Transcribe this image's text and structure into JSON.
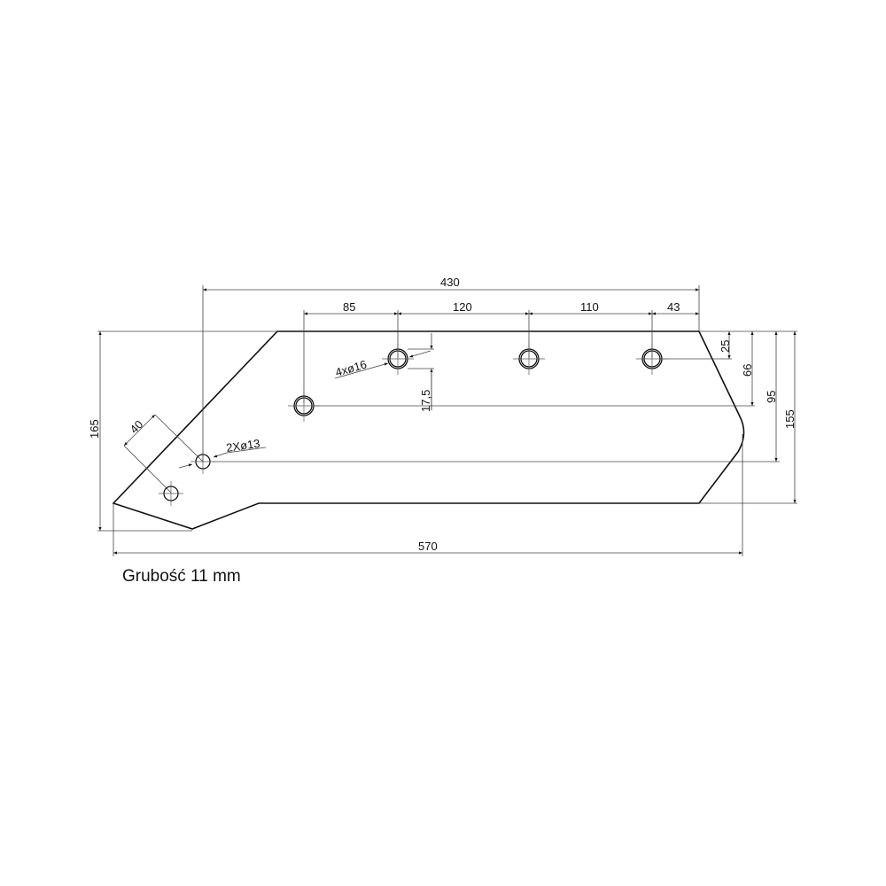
{
  "drawing": {
    "part": "plough share (technical drawing)",
    "note": "Grubość 11 mm",
    "dimensions": {
      "overall_length": "570",
      "hole_span": "430",
      "spacing_1": "85",
      "spacing_2": "120",
      "spacing_3": "110",
      "spacing_4": "43",
      "height_left": "165",
      "height_25": "25",
      "height_66": "66",
      "height_95": "95",
      "height_155": "155",
      "offset_17_5": "17,5",
      "diag_40": "40"
    },
    "hole_labels": {
      "large_holes": "4xø16",
      "small_holes": "2Xø13"
    }
  }
}
